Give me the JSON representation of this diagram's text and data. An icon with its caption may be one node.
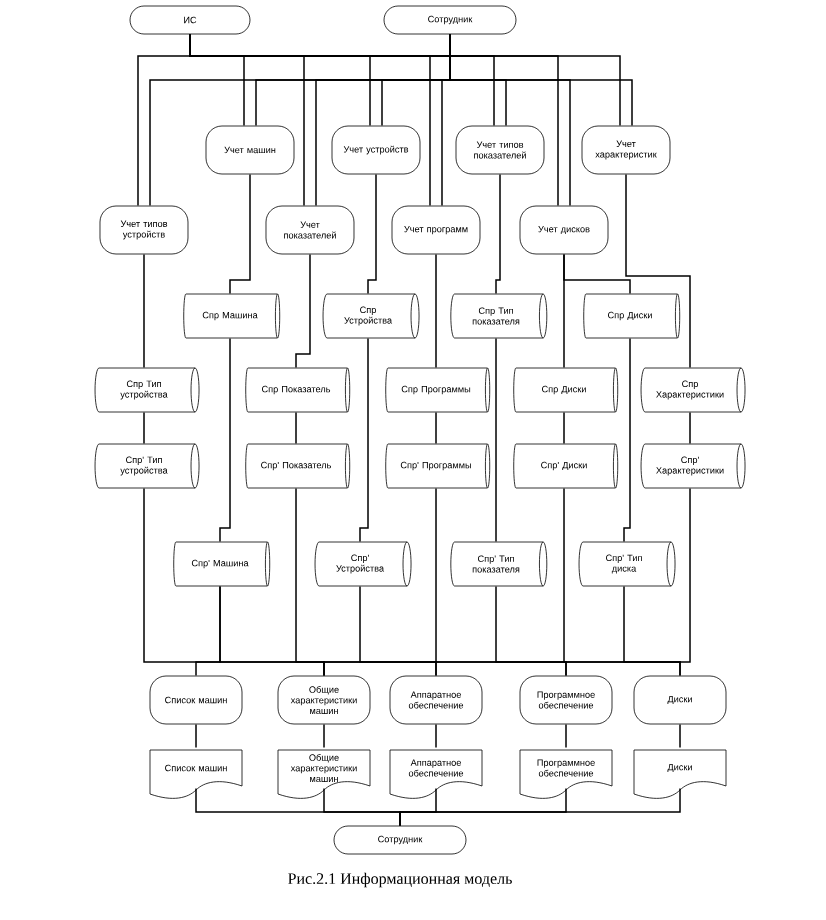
{
  "diagram": {
    "caption": "Рис.2.1 Информационная  модель",
    "nodes": [
      {
        "text": [
          "ИС"
        ]
      },
      {
        "text": [
          "Сотрудник"
        ]
      },
      {
        "text": [
          "Учет машин"
        ]
      },
      {
        "text": [
          "Учет устройств"
        ]
      },
      {
        "text": [
          "Учет типов показателей"
        ]
      },
      {
        "text": [
          "Учет характеристик"
        ]
      },
      {
        "text": [
          "Учет типов устройств"
        ]
      },
      {
        "text": [
          "Учет показателей"
        ]
      },
      {
        "text": [
          "Учет программ"
        ]
      },
      {
        "text": [
          "Учет дисков"
        ]
      },
      {
        "text": [
          "Спр Машина"
        ]
      },
      {
        "text": [
          "Спр Устройства"
        ]
      },
      {
        "text": [
          "Спр Тип показателя"
        ]
      },
      {
        "text": [
          "Спр Диски"
        ]
      },
      {
        "text": [
          "Спр Тип устройства"
        ]
      },
      {
        "text": [
          "Спр Показатель"
        ]
      },
      {
        "text": [
          "Спр Программы"
        ]
      },
      {
        "text": [
          "Спр Диски"
        ]
      },
      {
        "text": [
          "Спр Характеристики"
        ]
      },
      {
        "text": [
          "Спр' Тип устройства"
        ]
      },
      {
        "text": [
          "Спр' Показатель"
        ]
      },
      {
        "text": [
          "Спр' Программы"
        ]
      },
      {
        "text": [
          "Спр' Диски"
        ]
      },
      {
        "text": [
          "Спр' Характеристики"
        ]
      },
      {
        "text": [
          "Спр' Машина"
        ]
      },
      {
        "text": [
          "Спр' Устройства"
        ]
      },
      {
        "text": [
          "Спр' Тип показателя"
        ]
      },
      {
        "text": [
          "Спр' Тип диска"
        ]
      },
      {
        "text": [
          "Список машин"
        ]
      },
      {
        "text": [
          "Общие характеристики машин"
        ]
      },
      {
        "text": [
          "Аппаратное обеспечение"
        ]
      },
      {
        "text": [
          "Программное обеспечение"
        ]
      },
      {
        "text": [
          "Диски"
        ]
      },
      {
        "text": [
          "Список машин"
        ]
      },
      {
        "text": [
          "Общие характеристики машин"
        ]
      },
      {
        "text": [
          "Аппаратное обеспечение"
        ]
      },
      {
        "text": [
          "Программное обеспечение"
        ]
      },
      {
        "text": [
          "Диски"
        ]
      },
      {
        "text": [
          "Сотрудник"
        ]
      }
    ],
    "edges": [
      {
        "from": 0,
        "to": 2,
        "arrow": "none"
      },
      {
        "from": 0,
        "to": 3,
        "arrow": "none"
      },
      {
        "from": 0,
        "to": 4,
        "arrow": "none"
      },
      {
        "from": 0,
        "to": 5,
        "arrow": "none"
      },
      {
        "from": 0,
        "to": 6,
        "arrow": "none"
      },
      {
        "from": 0,
        "to": 7,
        "arrow": "none"
      },
      {
        "from": 0,
        "to": 8,
        "arrow": "none"
      },
      {
        "from": 0,
        "to": 9,
        "arrow": "none"
      },
      {
        "from": 1,
        "to": 2,
        "arrow": "none"
      },
      {
        "from": 1,
        "to": 3,
        "arrow": "none"
      },
      {
        "from": 1,
        "to": 4,
        "arrow": "none"
      },
      {
        "from": 1,
        "to": 5,
        "arrow": "none"
      },
      {
        "from": 1,
        "to": 6,
        "arrow": "none"
      },
      {
        "from": 1,
        "to": 7,
        "arrow": "none"
      },
      {
        "from": 1,
        "to": 8,
        "arrow": "none"
      },
      {
        "from": 1,
        "to": 9,
        "arrow": "none"
      },
      {
        "from": 2,
        "to": 10,
        "arrow": "none"
      },
      {
        "from": 3,
        "to": 11,
        "arrow": "none"
      },
      {
        "from": 4,
        "to": 12,
        "arrow": "none"
      },
      {
        "from": 5,
        "to": 18,
        "arrow": "none"
      },
      {
        "from": 6,
        "to": 14,
        "arrow": "none"
      },
      {
        "from": 7,
        "to": 15,
        "arrow": "none"
      },
      {
        "from": 8,
        "to": 16,
        "arrow": "none"
      },
      {
        "from": 9,
        "to": 13,
        "arrow": "none"
      },
      {
        "from": 9,
        "to": 17,
        "arrow": "none"
      },
      {
        "from": 14,
        "to": 19,
        "arrow": "none"
      },
      {
        "from": 15,
        "to": 20,
        "arrow": "none"
      },
      {
        "from": 16,
        "to": 21,
        "arrow": "none"
      },
      {
        "from": 17,
        "to": 22,
        "arrow": "none"
      },
      {
        "from": 18,
        "to": 23,
        "arrow": "none"
      },
      {
        "from": 10,
        "to": 24,
        "arrow": "none"
      },
      {
        "from": 11,
        "to": 25,
        "arrow": "none"
      },
      {
        "from": 12,
        "to": 26,
        "arrow": "none"
      },
      {
        "from": 13,
        "to": 27,
        "arrow": "none"
      },
      {
        "from": 24,
        "to": 28,
        "arrow": "none"
      },
      {
        "from": 24,
        "to": 29,
        "arrow": "none"
      },
      {
        "from": 20,
        "to": 29,
        "arrow": "none"
      },
      {
        "from": 23,
        "to": 29,
        "arrow": "none"
      },
      {
        "from": 25,
        "to": 30,
        "arrow": "none"
      },
      {
        "from": 19,
        "to": 30,
        "arrow": "none"
      },
      {
        "from": 21,
        "to": 31,
        "arrow": "none"
      },
      {
        "from": 26,
        "to": 31,
        "arrow": "none"
      },
      {
        "from": 22,
        "to": 32,
        "arrow": "none"
      },
      {
        "from": 27,
        "to": 32,
        "arrow": "none"
      },
      {
        "from": 28,
        "to": 33,
        "arrow": "none"
      },
      {
        "from": 29,
        "to": 34,
        "arrow": "none"
      },
      {
        "from": 30,
        "to": 35,
        "arrow": "none"
      },
      {
        "from": 31,
        "to": 36,
        "arrow": "none"
      },
      {
        "from": 32,
        "to": 37,
        "arrow": "none"
      },
      {
        "from": 33,
        "to": 38,
        "arrow": "none"
      },
      {
        "from": 34,
        "to": 38,
        "arrow": "none"
      },
      {
        "from": 35,
        "to": 38,
        "arrow": "none"
      },
      {
        "from": 36,
        "to": 38,
        "arrow": "none"
      },
      {
        "from": 37,
        "to": 38,
        "arrow": "none"
      }
    ]
  }
}
